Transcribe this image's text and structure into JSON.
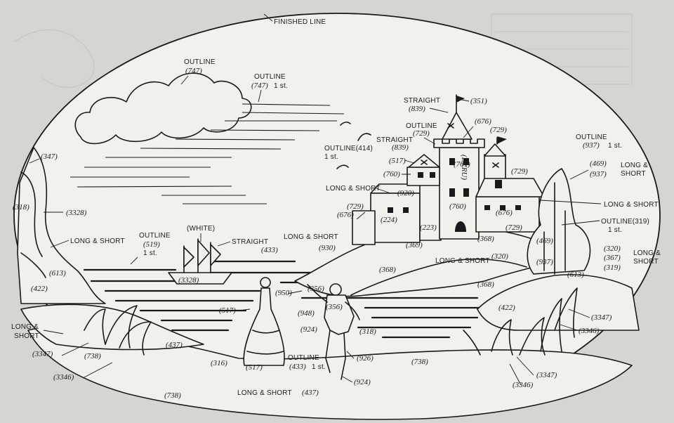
{
  "labels": {
    "finished_line": "FINISHED LINE",
    "outline": "OUTLINE",
    "outline_1st": "OUTLINE",
    "one_st": "1 st.",
    "straight": "STRAIGHT",
    "long_short": "LONG & SHORT",
    "long": "LONG &",
    "short": "SHORT",
    "white": "(WHITE)",
    "outline414": "OUTLINE(414)",
    "outline319": "OUTLINE(319)",
    "outline433": "OUTLINE",
    "n747a": "(747)",
    "n747b": "(747)",
    "n839a": "(839)",
    "n839b": "(839)",
    "n351": "(351)",
    "n676a": "(676)",
    "n676b": "(676)",
    "n676c": "(676)",
    "n729a": "(729)",
    "n729b": "(729)",
    "n729c": "(729)",
    "n729d": "(729)",
    "n729e": "(729)",
    "n761": "(761)",
    "ecru": "(ECRU)",
    "n517a": "(517)",
    "n517b": "(517)",
    "n517c": "(517)",
    "n760a": "(760)",
    "n760b": "(760)",
    "n920": "(920)",
    "n224": "(224)",
    "n223": "(223)",
    "n930": "(930)",
    "n369": "(369)",
    "n368a": "(368)",
    "n368b": "(368)",
    "n368c": "(368)",
    "n320a": "(320)",
    "n320b": "(320)",
    "n367": "(367)",
    "n319": "(319)",
    "n469a": "(469)",
    "n469b": "(469)",
    "n937a": "(937)",
    "n937b": "(937)",
    "n937c": "(937)",
    "n347": "(347)",
    "n318a": "(318)",
    "n318b": "(318)",
    "n3328a": "(3328)",
    "n3328b": "(3328)",
    "n519": "(519)",
    "n433": "(433)",
    "n613a": "(613)",
    "n613b": "(613)",
    "n422a": "(422)",
    "n422b": "(422)",
    "n3347a": "(3347)",
    "n3347b": "(3347)",
    "n3347c": "(3347)",
    "n3346a": "(3346)",
    "n3346b": "(3346)",
    "n3346c": "(3346)",
    "n738a": "(738)",
    "n738b": "(738)",
    "n738c": "(738)",
    "n437a": "(437)",
    "n437b": "(437)",
    "n316": "(316)",
    "n950": "(950)",
    "n356a": "(356)",
    "n356b": "(356)",
    "n948": "(948)",
    "n924a": "(924)",
    "n924b": "(924)",
    "n926": "(926)",
    "n433b": "(433)"
  }
}
